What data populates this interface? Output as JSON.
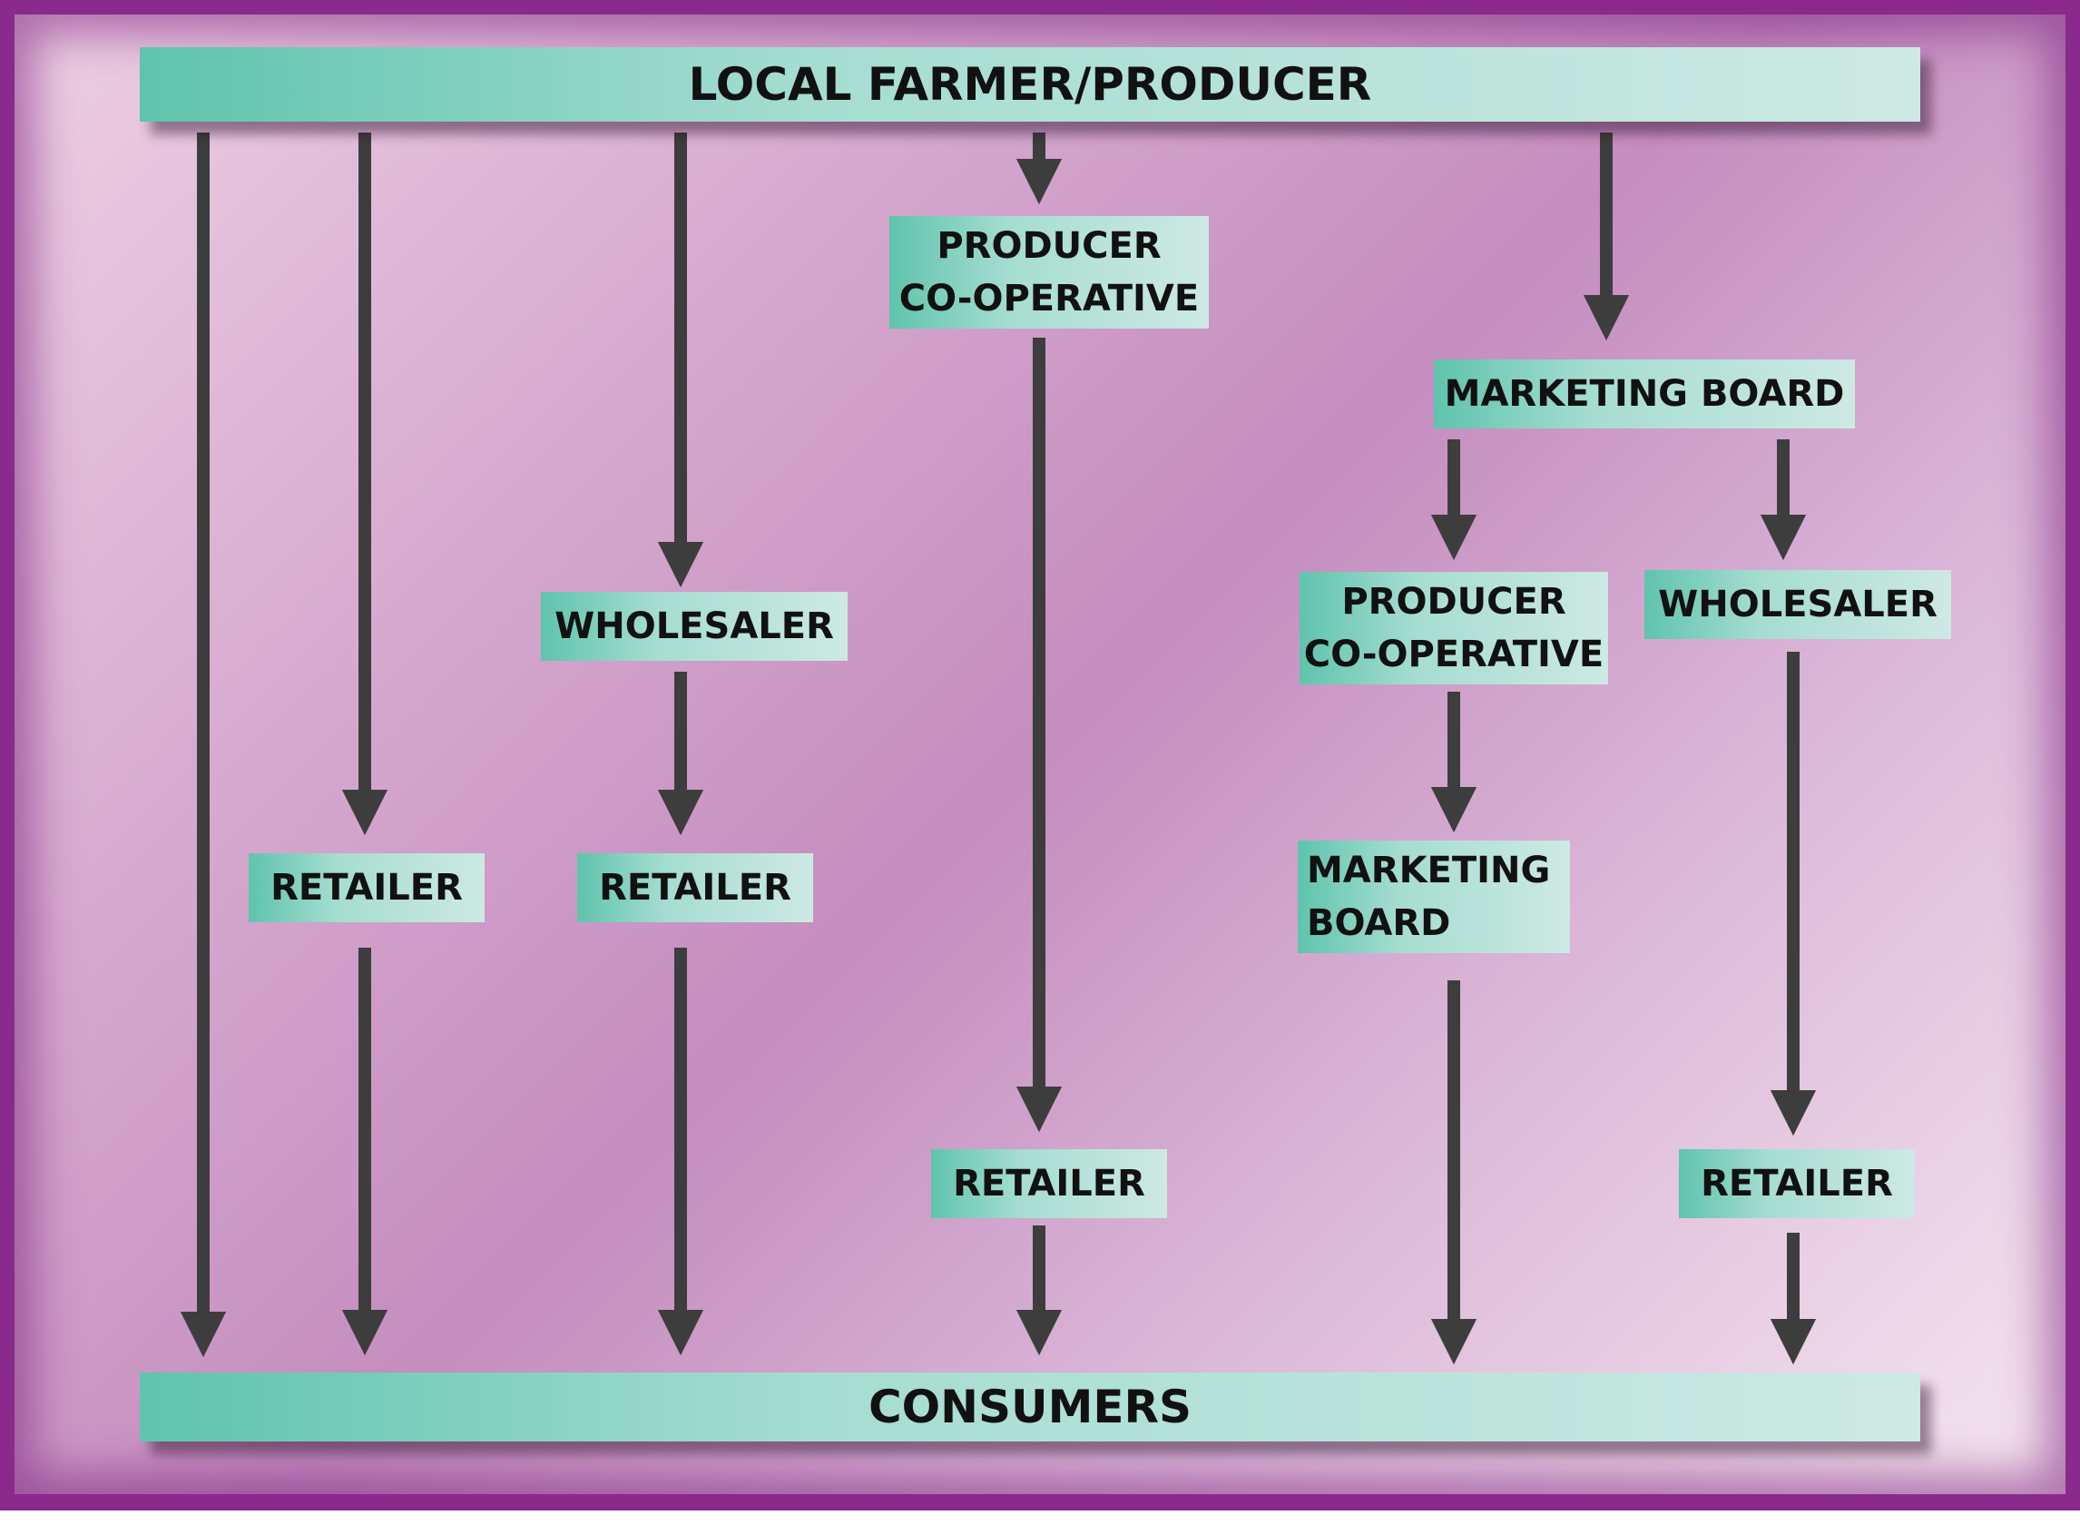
{
  "diagram": {
    "top_node": "LOCAL FARMER/PRODUCER",
    "bottom_node": "CONSUMERS",
    "nodes": {
      "producer_coop_1": "PRODUCER\nCO-OPERATIVE",
      "marketing_board_1": "MARKETING BOARD",
      "wholesaler_1": "WHOLESALER",
      "producer_coop_2": "PRODUCER\nCO-OPERATIVE",
      "wholesaler_2": "WHOLESALER",
      "retailer_1": "RETAILER",
      "retailer_2": "RETAILER",
      "marketing_board_2": "MARKETING\nBOARD",
      "retailer_3": "RETAILER",
      "retailer_4": "RETAILER"
    },
    "connections": [
      [
        "top",
        "bottom"
      ],
      [
        "top",
        "retailer_1"
      ],
      [
        "retailer_1",
        "bottom"
      ],
      [
        "top",
        "wholesaler_1"
      ],
      [
        "wholesaler_1",
        "retailer_2"
      ],
      [
        "retailer_2",
        "bottom"
      ],
      [
        "top",
        "producer_coop_1"
      ],
      [
        "producer_coop_1",
        "retailer_3"
      ],
      [
        "retailer_3",
        "bottom"
      ],
      [
        "top",
        "marketing_board_1"
      ],
      [
        "marketing_board_1",
        "producer_coop_2"
      ],
      [
        "producer_coop_2",
        "marketing_board_2"
      ],
      [
        "marketing_board_2",
        "bottom"
      ],
      [
        "marketing_board_1",
        "wholesaler_2"
      ],
      [
        "wholesaler_2",
        "retailer_4"
      ],
      [
        "retailer_4",
        "bottom"
      ]
    ]
  },
  "colors": {
    "frame": "#8a2a8c",
    "box_teal": "#5fc4ad",
    "box_light": "#cde9e4",
    "arrow": "#3d3d3d",
    "text": "#111111"
  }
}
